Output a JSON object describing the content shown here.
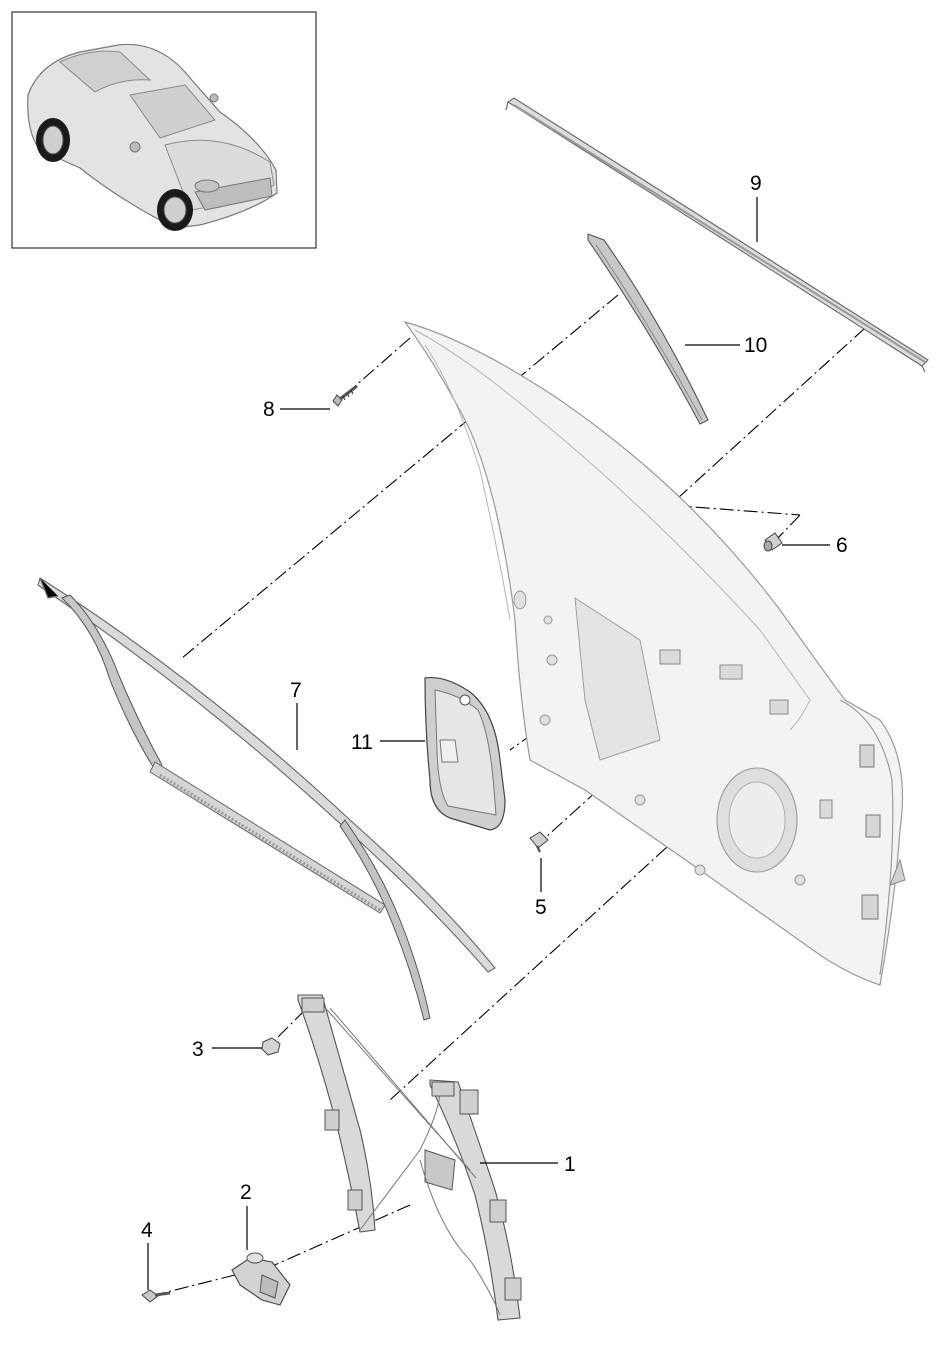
{
  "diagram": {
    "part_labels": [
      {
        "id": "p1",
        "text": "1"
      },
      {
        "id": "p2",
        "text": "2"
      },
      {
        "id": "p3",
        "text": "3"
      },
      {
        "id": "p4",
        "text": "4"
      },
      {
        "id": "p5",
        "text": "5"
      },
      {
        "id": "p6",
        "text": "6"
      },
      {
        "id": "p7",
        "text": "7"
      },
      {
        "id": "p8",
        "text": "8"
      },
      {
        "id": "p9",
        "text": "9"
      },
      {
        "id": "p10",
        "text": "10"
      },
      {
        "id": "p11",
        "text": "11"
      }
    ],
    "colors": {
      "line": "#000000",
      "part_fill": "#e8e8e8",
      "part_shade": "#c9c9c9",
      "door_fill": "#f2f2f2",
      "thumbnail_border": "#333333"
    }
  }
}
